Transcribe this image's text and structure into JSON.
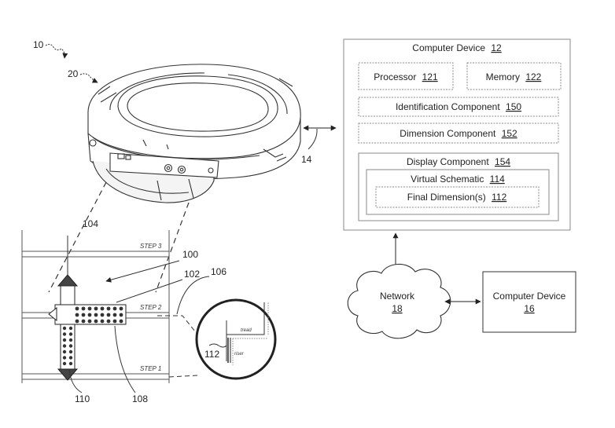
{
  "refs": {
    "system": "10",
    "headset": "20",
    "link_device": "14",
    "vertical_measure": "104",
    "hologram": "100",
    "grid_panel": "102",
    "zoom_circle": "106",
    "final_dim_marker": "112",
    "left_column": "110",
    "grid_bottom": "108"
  },
  "steps": [
    "STEP 3",
    "STEP 2",
    "STEP 1"
  ],
  "zoom_labels": {
    "top": "tread",
    "side": "riser"
  },
  "computer_device_main": {
    "title": "Computer Device",
    "ref": "12",
    "processor": {
      "label": "Processor",
      "ref": "121"
    },
    "memory": {
      "label": "Memory",
      "ref": "122"
    },
    "identification": {
      "label": "Identification Component",
      "ref": "150"
    },
    "dimension": {
      "label": "Dimension Component",
      "ref": "152"
    },
    "display": {
      "label": "Display Component",
      "ref": "154",
      "virtual_schematic": {
        "label": "Virtual Schematic",
        "ref": "114"
      },
      "final_dimensions": {
        "label": "Final Dimension(s)",
        "ref": "112"
      }
    }
  },
  "network": {
    "label": "Network",
    "ref": "18"
  },
  "computer_device_remote": {
    "title": "Computer Device",
    "ref": "16"
  },
  "colors": {
    "line": "#333333",
    "light_line": "#9a9a9a",
    "dotted_box": "#8a8a8a",
    "dark_fill": "#444444"
  }
}
